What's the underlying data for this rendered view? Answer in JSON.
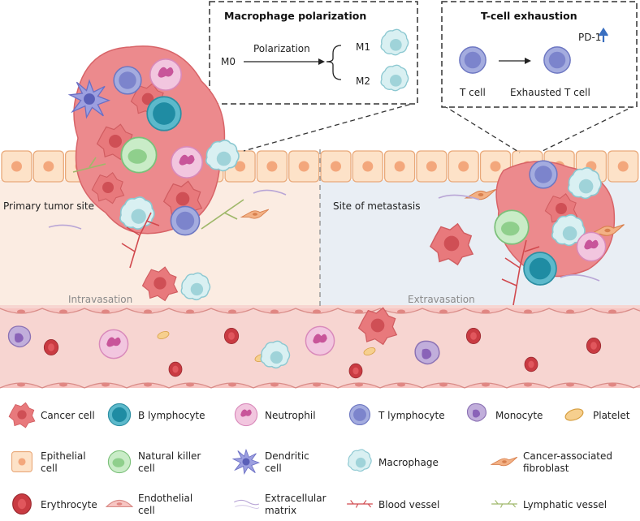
{
  "panels": {
    "macrophage": {
      "title": "Macrophage polarization",
      "m0": "M0",
      "arrow_label": "Polarization",
      "m1": "M1",
      "m2": "M2"
    },
    "tcell": {
      "title": "T-cell exhaustion",
      "pd1": "PD-1",
      "t_cell": "T cell",
      "exhausted": "Exhausted T cell"
    }
  },
  "regions": {
    "primary": "Primary tumor site",
    "metastasis": "Site of metastasis",
    "intravasation": "Intravasation",
    "extravasation": "Extravasation"
  },
  "legend": [
    {
      "key": "cancer",
      "label": "Cancer cell"
    },
    {
      "key": "b",
      "label": "B lymphocyte"
    },
    {
      "key": "neutrophil",
      "label": "Neutrophil"
    },
    {
      "key": "t",
      "label": "T lymphocyte"
    },
    {
      "key": "monocyte",
      "label": "Monocyte"
    },
    {
      "key": "platelet",
      "label": "Platelet"
    },
    {
      "key": "epithelial",
      "label": "Epithelial cell"
    },
    {
      "key": "nk",
      "label": "Natural killer cell"
    },
    {
      "key": "dendritic",
      "label": "Dendritic cell"
    },
    {
      "key": "macrophage",
      "label": "Macrophage"
    },
    {
      "key": "caf",
      "label": "Cancer-associated fibroblast"
    },
    {
      "key": "erythrocyte",
      "label": "Erythrocyte"
    },
    {
      "key": "endothelial",
      "label": "Endothelial cell"
    },
    {
      "key": "ecm",
      "label": "Extracellular matrix"
    },
    {
      "key": "blood",
      "label": "Blood vessel"
    },
    {
      "key": "lymph",
      "label": "Lymphatic vessel"
    }
  ],
  "colors": {
    "cancer": "#e8797c",
    "b": "#3aa4b8",
    "neutrophil": "#e9a9cf",
    "t": "#8f98d6",
    "monocyte": "#a58dc4",
    "platelet": "#f2c27a",
    "epithelial": "#fbd9bc",
    "nk": "#a8dba8",
    "macrophage": "#c9e8ec",
    "erythrocyte": "#d94a4f"
  }
}
